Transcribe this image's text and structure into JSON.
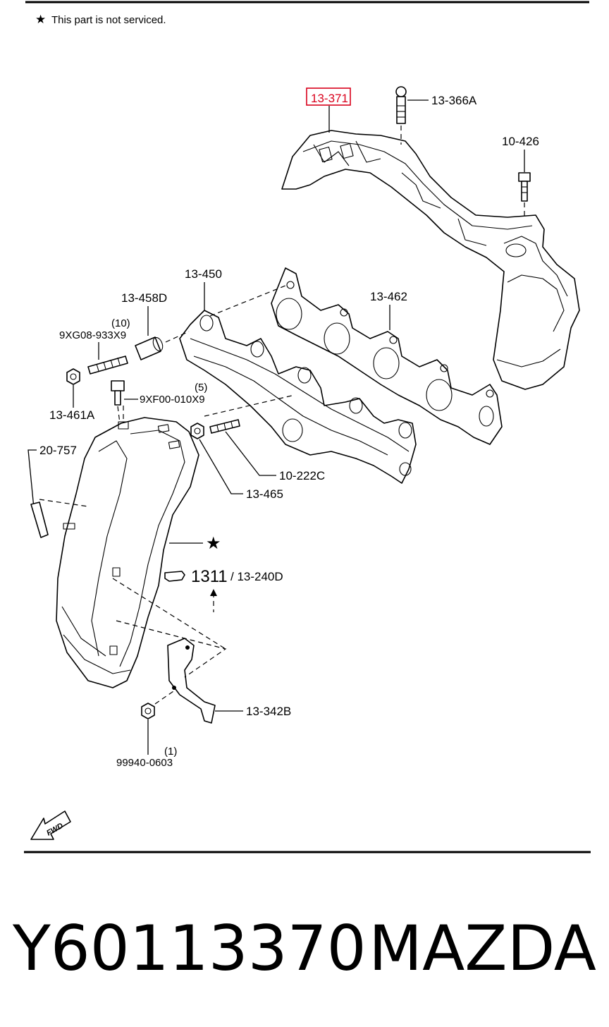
{
  "note": {
    "star": "★",
    "text": "This part is not serviced."
  },
  "labels": {
    "p13_371": "13-371",
    "p13_366a": "13-366A",
    "p10_426": "10-426",
    "p13_450": "13-450",
    "p13_462": "13-462",
    "p13_458d": "13-458D",
    "qty_10": "(10)",
    "p9xg08": "9XG08-933X9",
    "p9xf00": "9XF00-010X9",
    "qty_5": "(5)",
    "p13_461a": "13-461A",
    "p20_757": "20-757",
    "p10_222c": "10-222C",
    "p13_465": "13-465",
    "star_mark": "★",
    "ref_1311": "1311",
    "ref_13_240d": "/ 13-240D",
    "p13_342b": "13-342B",
    "qty_1": "(1)",
    "p99940": "99940-0603",
    "fwd": "FWD"
  },
  "highlight_color": "#d9001b",
  "footer": {
    "part_number": "Y60113370",
    "brand": "MAZDA"
  }
}
